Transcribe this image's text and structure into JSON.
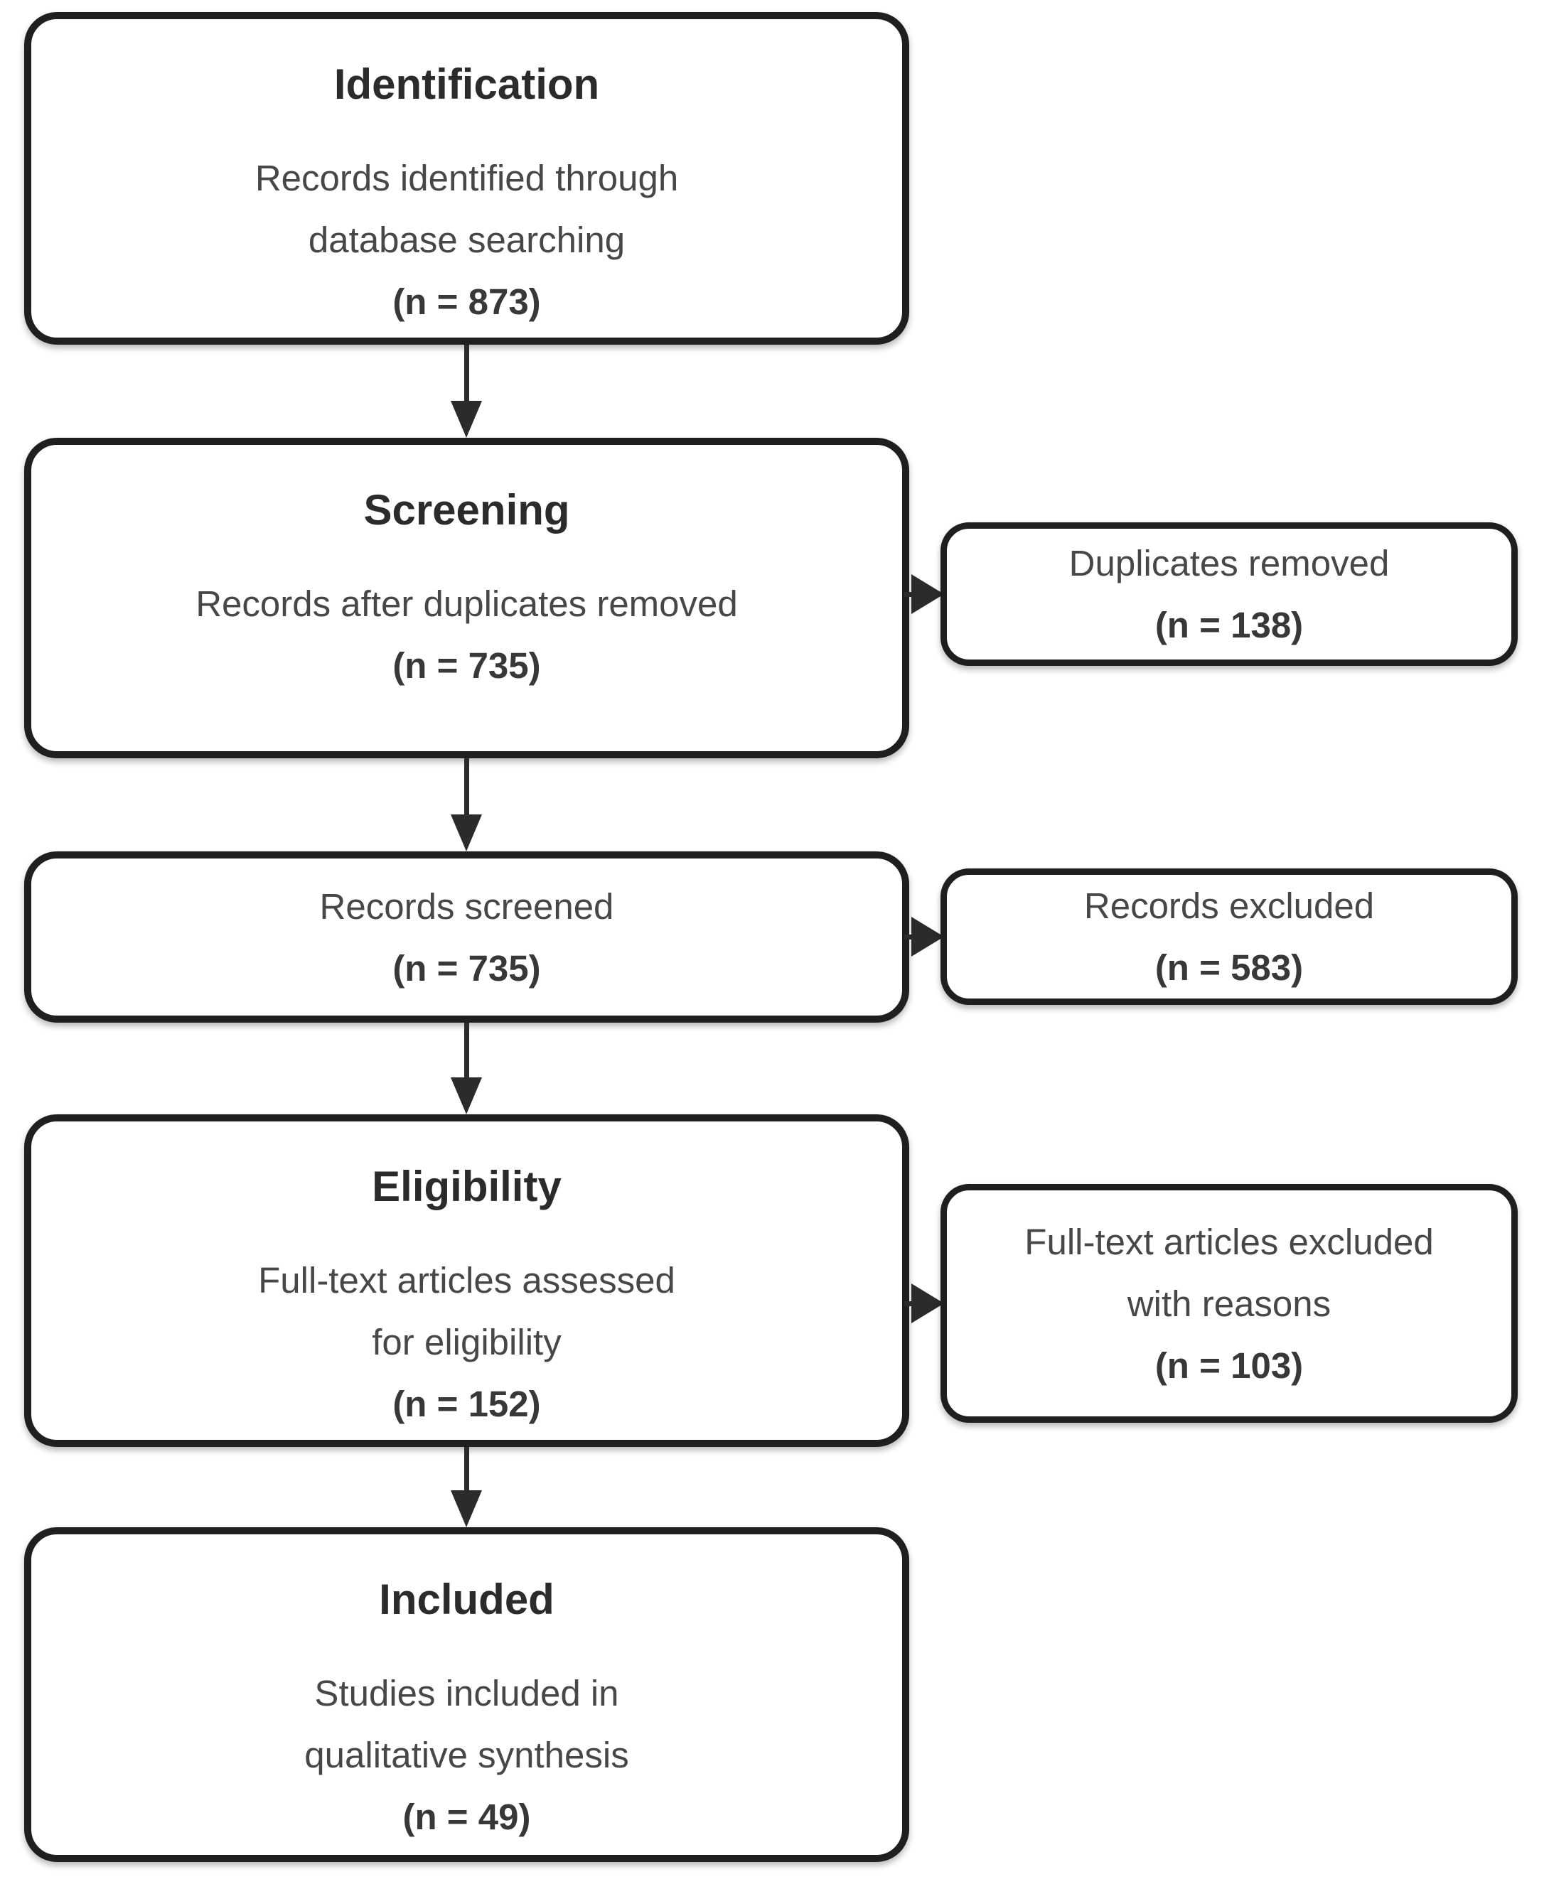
{
  "flowchart": {
    "type": "prisma-flow-diagram",
    "colors": {
      "background": "#ffffff",
      "box_border": "#1f1f1f",
      "title_text": "#2b2b2b",
      "body_text": "#474747",
      "arrow": "#2b2b2b"
    },
    "main_boxes": [
      {
        "title": "Identification",
        "lines": [
          "Records identified through",
          "database searching"
        ],
        "count": "(n = 873)"
      },
      {
        "title": "Screening",
        "lines": [
          "Records after duplicates removed"
        ],
        "count": "(n = 735)"
      },
      {
        "title": "",
        "lines": [
          "Records screened"
        ],
        "count": "(n = 735)"
      },
      {
        "title": "Eligibility",
        "lines": [
          "Full-text articles assessed",
          "for eligibility"
        ],
        "count": "(n = 152)"
      },
      {
        "title": "Included",
        "lines": [
          "Studies included in",
          "qualitative synthesis"
        ],
        "count": "(n = 49)"
      }
    ],
    "side_boxes": [
      {
        "lines": [
          "Duplicates removed"
        ],
        "count": "(n = 138)"
      },
      {
        "lines": [
          "Records excluded"
        ],
        "count": "(n = 583)"
      },
      {
        "lines": [
          "Full-text articles excluded",
          "with reasons"
        ],
        "count": "(n = 103)"
      }
    ]
  }
}
